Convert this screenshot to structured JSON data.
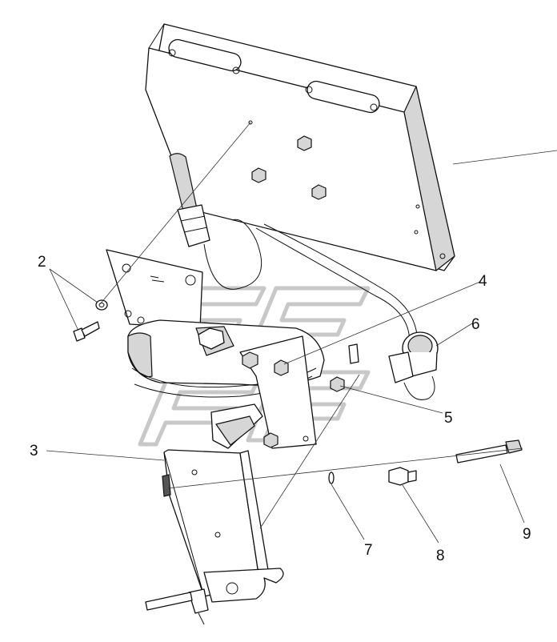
{
  "callouts": {
    "c2": "2",
    "c3": "3",
    "c4": "4",
    "c5": "5",
    "c6": "6",
    "c7": "7",
    "c8": "8",
    "c9": "9"
  }
}
